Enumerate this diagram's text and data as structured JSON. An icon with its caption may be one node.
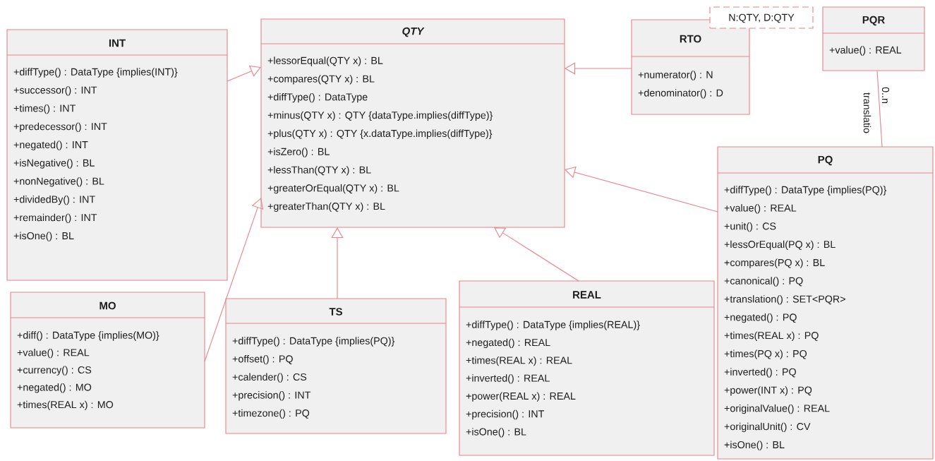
{
  "diagram": {
    "nodes": [
      {
        "text": [
          "INT",
          "+diffType() : DataType {implies(INT)}",
          "+successor() : INT",
          "+times() : INT",
          "+predecessor() : INT",
          "+negated() : INT",
          "+isNegative() : BL",
          "+nonNegative() : BL",
          "+dividedBy() : INT",
          "+remainder() : INT",
          "+isOne() : BL"
        ]
      },
      {
        "text": [
          "QTY",
          "+lessorEqual(QTY x) : BL",
          "+compares(QTY x) : BL",
          "+diffType() : DataType",
          "+minus(QTY x) : QTY {dataType.implies(diffType)}",
          "+plus(QTY x) : QTY {x.dataType.implies(diffType)}",
          "+isZero() : BL",
          "+lessThan(QTY x) : BL",
          "+greaterOrEqual(QTY x) : BL",
          "+greaterThan(QTY x) : BL"
        ]
      },
      {
        "text": [
          "RTO",
          "+numerator() : N",
          "+denominator() : D"
        ],
        "beside": [
          "N:QTY, D:QTY"
        ]
      },
      {
        "text": [
          "PQR",
          "+value() : REAL"
        ]
      },
      {
        "text": [
          "PQ",
          "+diffType() : DataType {implies(PQ)}",
          "+value() : REAL",
          "+unit() : CS",
          "+lessOrEqual(PQ x) : BL",
          "+compares(PQ x) : BL",
          "+canonical() : PQ",
          "+translation() : SET<PQR>",
          "+negated() : PQ",
          "+times(REAL x) : PQ",
          "+times(PQ x) : PQ",
          "+inverted() : PQ",
          "+power(INT x) : PQ",
          "+originalValue() : REAL",
          "+originalUnit() : CV",
          "+isOne() : BL"
        ]
      },
      {
        "text": [
          "MO",
          "+diff() : DataType {implies(MO)}",
          "+value() : REAL",
          "+currency() : CS",
          "+negated() : MO",
          "+times(REAL x) : MO"
        ]
      },
      {
        "text": [
          "TS",
          "+diffType() : DataType {implies(PQ)}",
          "+offset() : PQ",
          "+calender() : CS",
          "+precision() : INT",
          "+timezone() : PQ"
        ]
      },
      {
        "text": [
          "REAL",
          "+diffType() : DataType {implies(REAL)}",
          "+negated() : REAL",
          "+times(REAL x) : REAL",
          "+inverted() : REAL",
          "+power(REAL x) : REAL",
          "+precision() : INT",
          "+isOne() : BL"
        ]
      }
    ],
    "edges": [
      {
        "from": 0,
        "to": 1,
        "arrow": "to"
      },
      {
        "from": 5,
        "to": 1,
        "arrow": "to"
      },
      {
        "from": 6,
        "to": 1,
        "arrow": "to"
      },
      {
        "from": 7,
        "to": 1,
        "arrow": "to"
      },
      {
        "from": 4,
        "to": 1,
        "arrow": "to"
      },
      {
        "from": 2,
        "to": 1,
        "arrow": "to"
      },
      {
        "from": 4,
        "to": 3,
        "arrow": "none",
        "label": "translatio"
      }
    ],
    "labels": [
      "0..n"
    ]
  }
}
